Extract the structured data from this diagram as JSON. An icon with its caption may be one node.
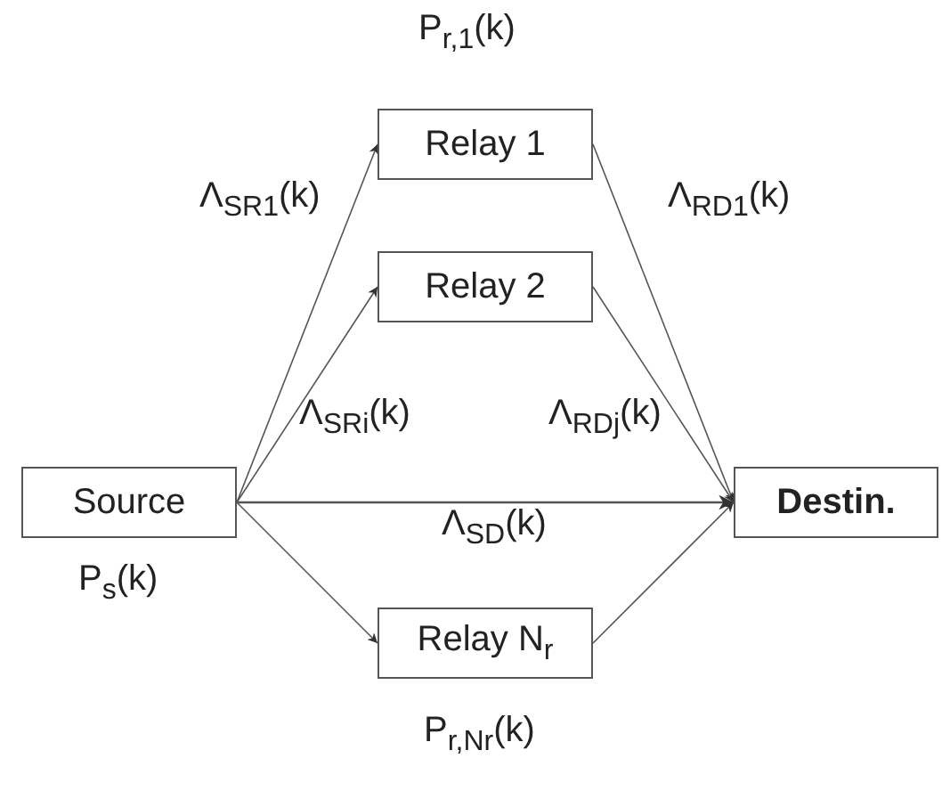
{
  "diagram": {
    "nodes": [
      {
        "text": [
          "Source"
        ],
        "beside": [
          "P$_{s}$(k)"
        ]
      },
      {
        "text": [
          "Relay 1"
        ],
        "beside": [
          "P$_{r,1}$(k)"
        ]
      },
      {
        "text": [
          "Relay 2"
        ]
      },
      {
        "text": [
          "Relay N$_{r}$"
        ],
        "beside": [
          "P$_{r,Nr}$(k)"
        ]
      },
      {
        "text": [
          "Destin."
        ]
      }
    ],
    "edges": [
      {
        "from": 0,
        "to": 1,
        "arrow": "to"
      },
      {
        "from": 0,
        "to": 2,
        "arrow": "to"
      },
      {
        "from": 0,
        "to": 4,
        "arrow": "to"
      },
      {
        "from": 0,
        "to": 3,
        "arrow": "to"
      },
      {
        "from": 1,
        "to": 4,
        "arrow": "to"
      },
      {
        "from": 2,
        "to": 4,
        "arrow": "to"
      },
      {
        "from": 3,
        "to": 4,
        "arrow": "to"
      }
    ],
    "labels": [
      "Λ$_{SR1}$(k)",
      "Λ$_{RD1}$(k)",
      "Λ$_{SRi}$(k)",
      "Λ$_{RDj}$(k)",
      "Λ$_{SD}$(k)"
    ]
  }
}
